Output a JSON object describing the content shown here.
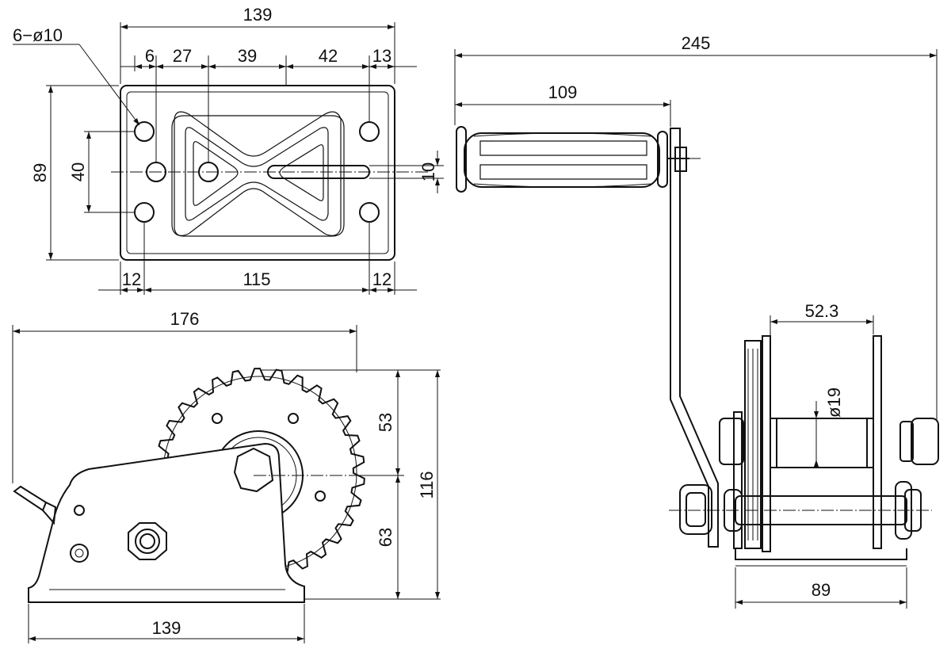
{
  "dimensions": {
    "top_width": "139",
    "holes": "6−ø10",
    "d6": "6",
    "d27": "27",
    "d39": "39",
    "d42": "42",
    "d13": "13",
    "height_89": "89",
    "h40": "40",
    "slot_10": "10",
    "b12_left": "12",
    "b115": "115",
    "b12_right": "12",
    "overall_245": "245",
    "handle_109": "109",
    "side_176": "176",
    "r53": "53",
    "h116": "116",
    "h63": "63",
    "base_139": "139",
    "drum_52_3": "52.3",
    "shaft_19": "ø19",
    "base_89": "89"
  }
}
